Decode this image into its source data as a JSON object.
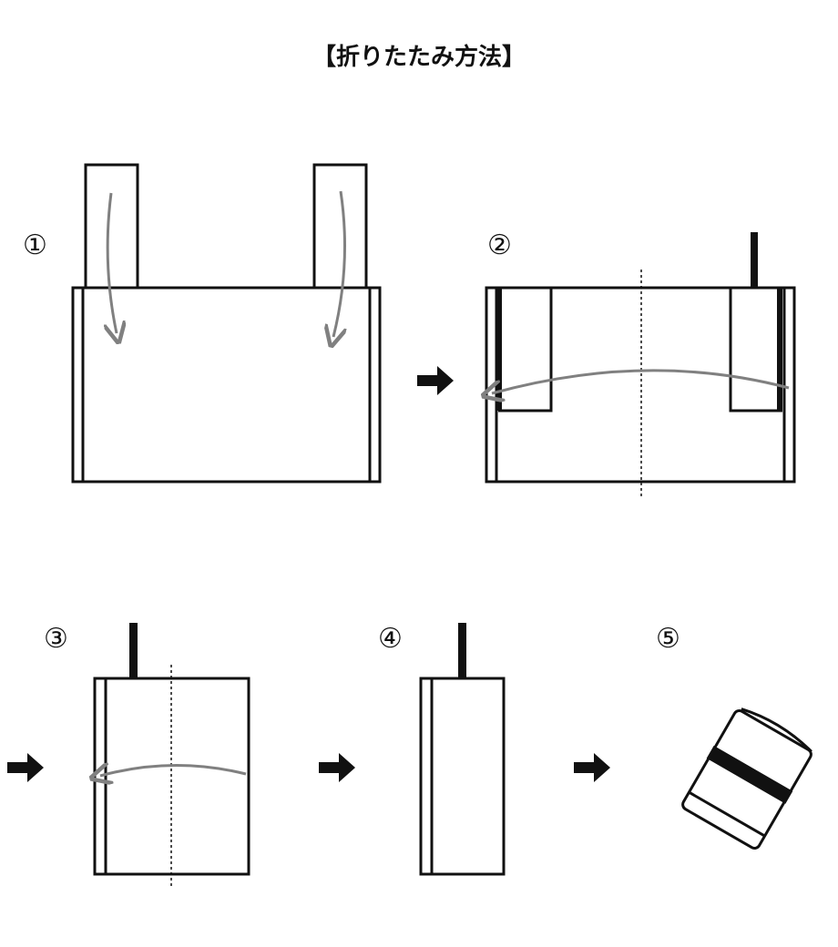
{
  "title": "【折りたたみ方法】",
  "steps": [
    "①",
    "②",
    "③",
    "④",
    "⑤"
  ],
  "colors": {
    "line": "#111111",
    "arrow_curve": "#808080"
  }
}
